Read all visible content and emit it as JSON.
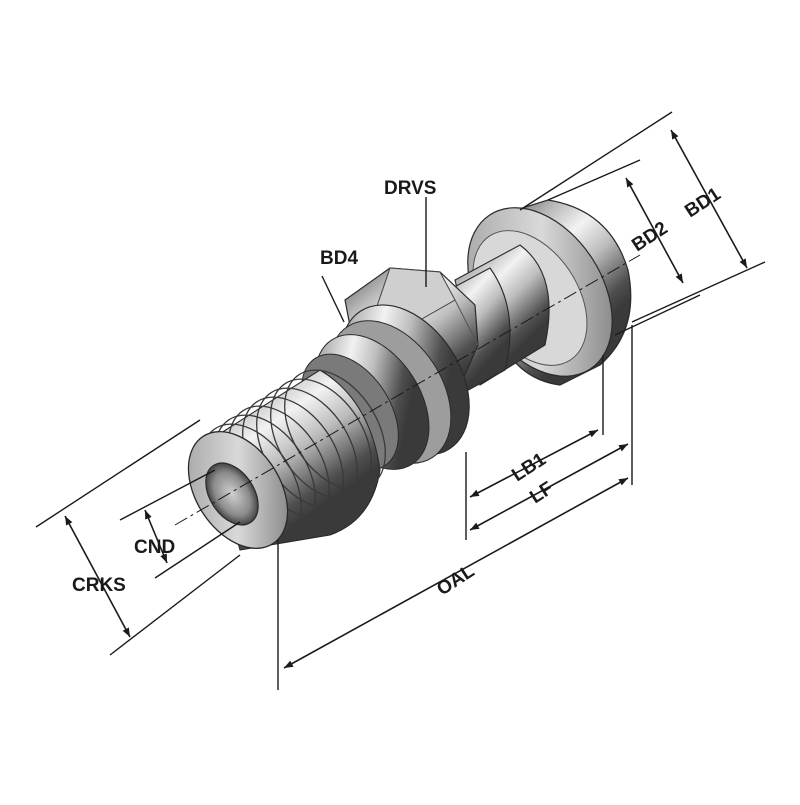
{
  "diagram": {
    "labels": {
      "drvs": "DRVS",
      "bd4": "BD4",
      "bd2": "BD2",
      "bd1": "BD1",
      "lb1": "LB1",
      "lf": "LF",
      "oal": "OAL",
      "cnd": "CND",
      "crks": "CRKS"
    },
    "colors": {
      "line": "#1a1a1a",
      "metal_dark": "#4a4a4a",
      "metal_mid": "#8c8c8c",
      "metal_light": "#e6e6e6"
    }
  }
}
